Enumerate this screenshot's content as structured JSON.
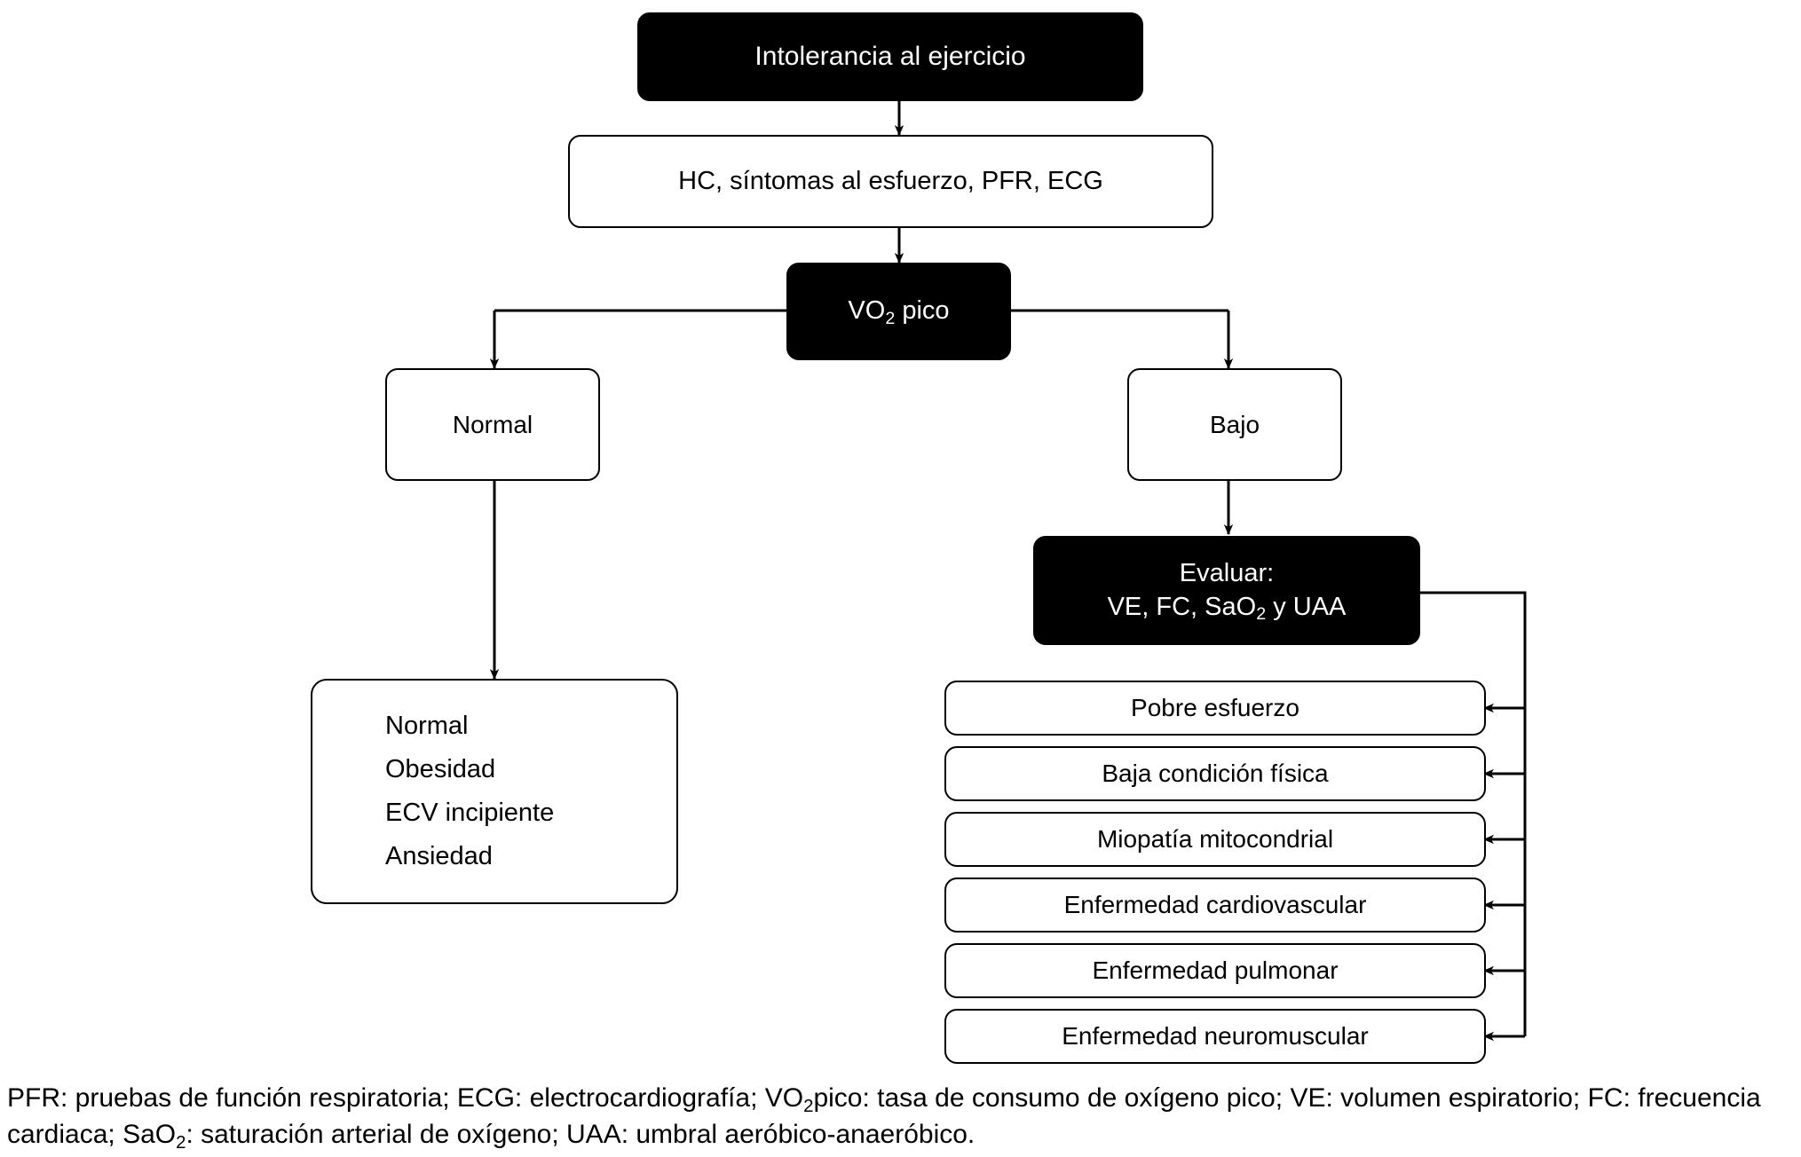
{
  "diagram": {
    "title_node": {
      "label": "Intolerancia al ejercicio"
    },
    "assessment_node": {
      "label": "HC, síntomas al esfuerzo, PFR, ECG"
    },
    "vo2_node": {
      "label_pre": "VO",
      "label_sub": "2",
      "label_post": " pico"
    },
    "branches": {
      "normal": {
        "label": "Normal"
      },
      "low": {
        "label": "Bajo"
      }
    },
    "normal_outcomes": {
      "items": [
        "Normal",
        "Obesidad",
        "ECV incipiente",
        "Ansiedad"
      ]
    },
    "evaluate_node": {
      "line1": "Evaluar:",
      "line2_pre": "VE, FC, SaO",
      "line2_sub": "2",
      "line2_post": " y UAA"
    },
    "low_outcomes": {
      "items": [
        "Pobre esfuerzo",
        "Baja condición física",
        "Miopatía mitocondrial",
        "Enfermedad cardiovascular",
        "Enfermedad pulmonar",
        "Enfermedad neuromuscular"
      ]
    }
  },
  "footnote": {
    "seg1": "PFR: pruebas de función respiratoria; ECG: electrocardiografía; VO",
    "sub1": "2",
    "seg2": "pico: tasa de consumo de oxígeno pico; VE: volumen espiratorio; FC: frecuencia cardiaca; SaO",
    "sub2": "2",
    "seg3": ": saturación arterial de oxígeno; UAA: umbral aeróbico-anaeróbico."
  },
  "colors": {
    "ink": "#000000",
    "paper": "#ffffff",
    "dark_fill": "#000000",
    "dark_text": "#ffffff"
  }
}
